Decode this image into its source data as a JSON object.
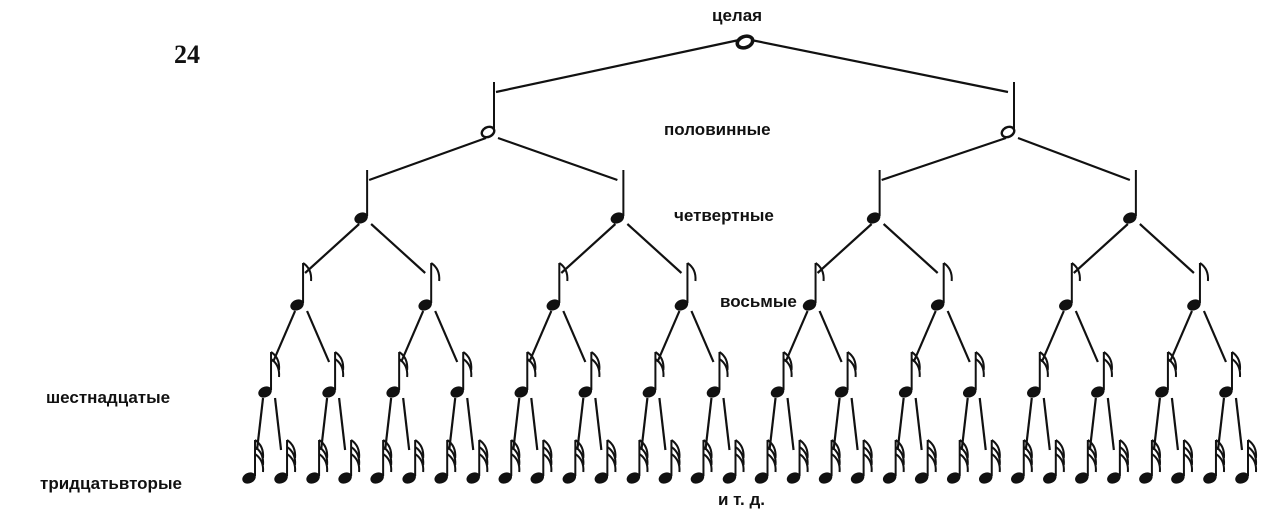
{
  "page_number": "24",
  "levels": [
    {
      "label": "целая",
      "count": 1,
      "flags": 0
    },
    {
      "label": "половинные",
      "count": 2,
      "flags": 0
    },
    {
      "label": "четвертные",
      "count": 4,
      "flags": 0
    },
    {
      "label": "восьмые",
      "count": 8,
      "flags": 1
    },
    {
      "label": "шестнадцатые",
      "count": 16,
      "flags": 2
    },
    {
      "label": "тридцатьвторые",
      "count": 32,
      "flags": 3
    }
  ],
  "footer": "и т. д.",
  "colors": {
    "ink": "#111111",
    "paper": "#ffffff"
  }
}
